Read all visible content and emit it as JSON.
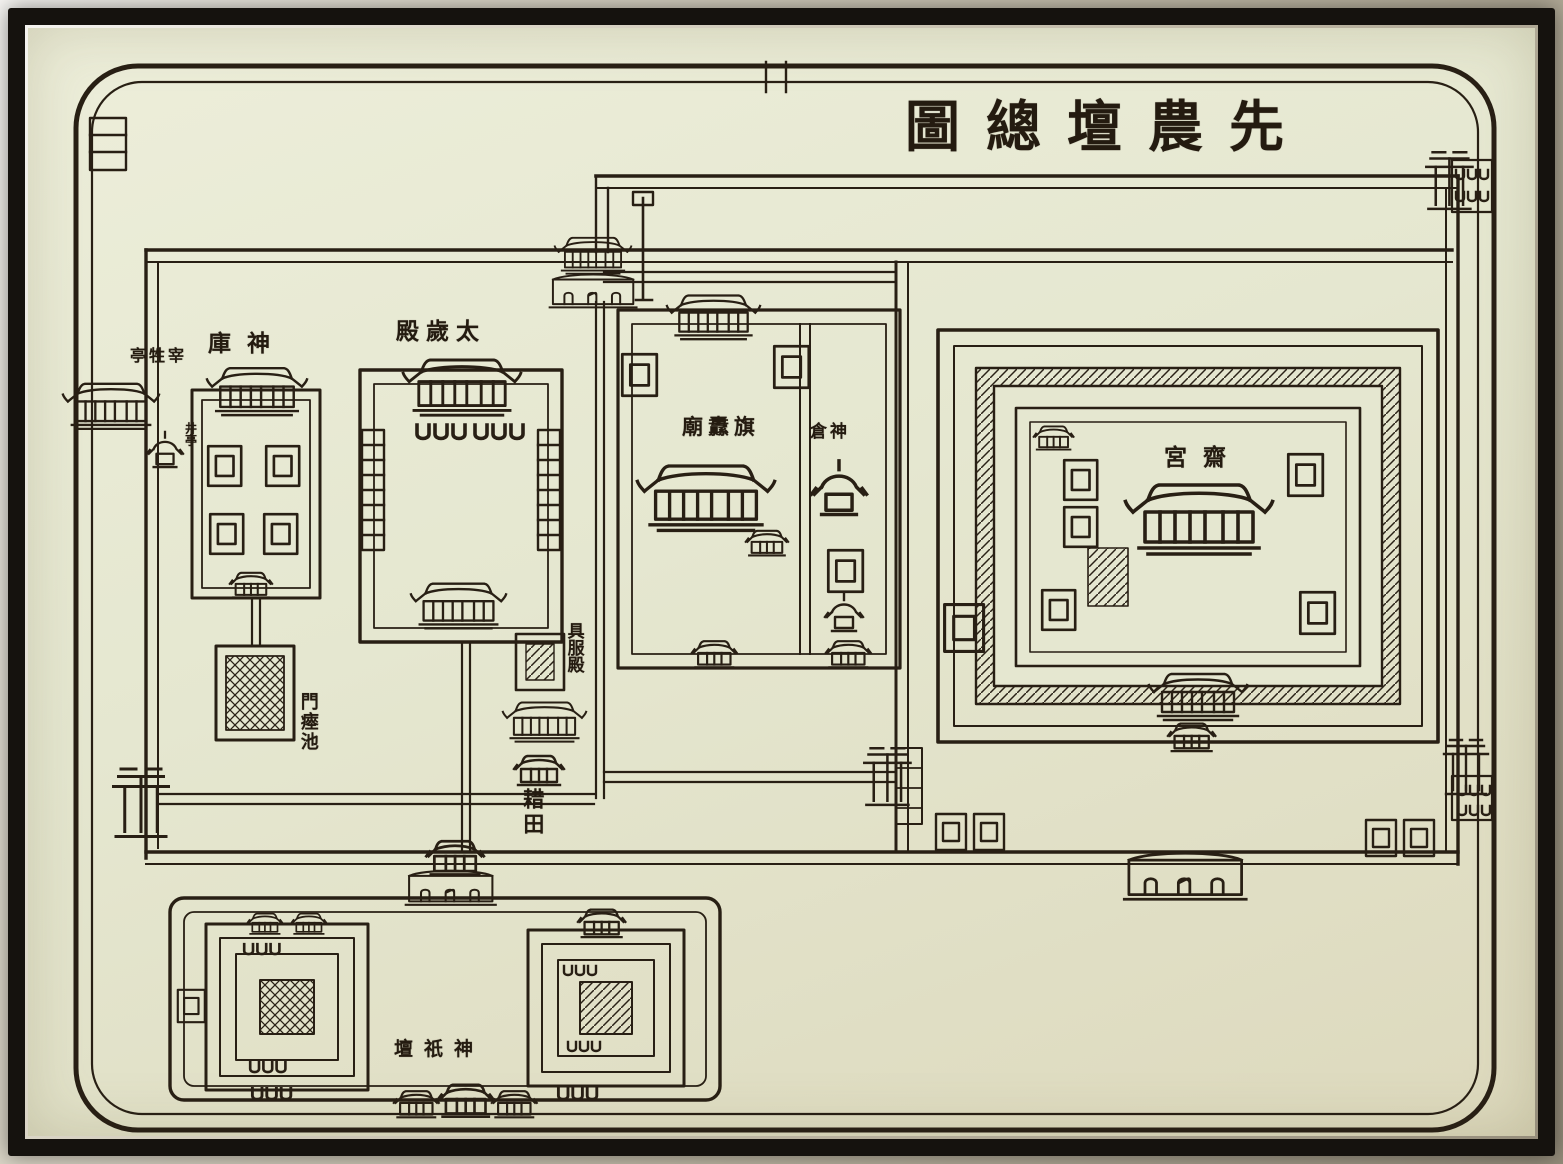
{
  "map": {
    "title": "圖總壇農先",
    "labels": {
      "shenku": "庫神",
      "zaishengting": "亭牲宰",
      "jingting": "井亭",
      "taisuidian": "殿歲太",
      "qidaomiao": "廟纛旗",
      "shencang": "倉神",
      "zhaigong": "宮齋",
      "jufudian": "具服殿",
      "yichi": "門瘞池",
      "jitian": "耤田",
      "shenqitan": "壇祇神"
    }
  },
  "colors": {
    "paper": "#e5e7d0",
    "ink": "#281f14",
    "frame": "#15120e",
    "mat": "#bdb6a3"
  }
}
